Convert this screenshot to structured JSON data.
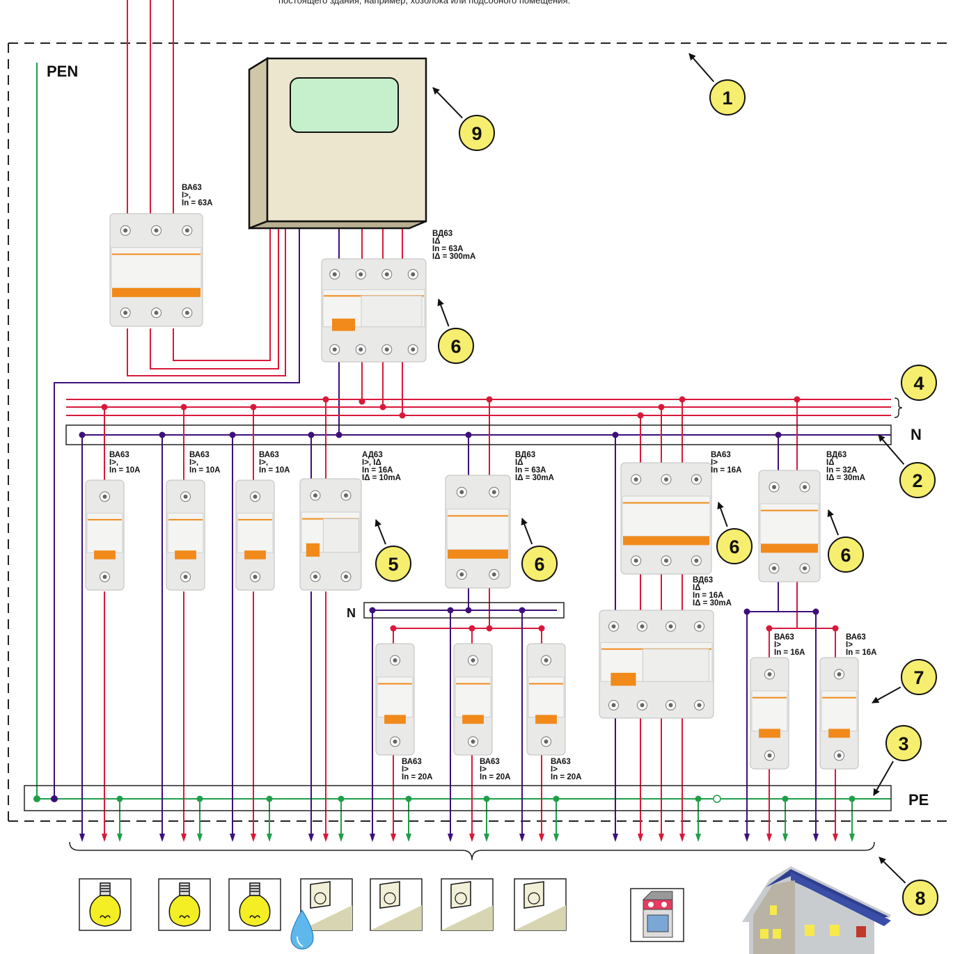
{
  "caption_fragment": "постоящего здания, например, хозблока или подсобного помещения.",
  "labels": {
    "pen": "PEN",
    "n_bus": "N",
    "n_bus_small": "N",
    "pe_bus": "PE"
  },
  "callout_numbers": [
    "1",
    "2",
    "3",
    "4",
    "5",
    "6",
    "7",
    "8",
    "9"
  ],
  "breakers": {
    "main": [
      "ВА63",
      "I>,",
      "In = 63A"
    ],
    "rcd_main": [
      "ВД63",
      "IΔ",
      "In = 63A",
      "IΔ = 300mA"
    ],
    "light1": [
      "ВА63",
      "I>,",
      "In = 10A"
    ],
    "light2": [
      "ВА63",
      "I>,",
      "In = 10A"
    ],
    "light3": [
      "ВА63",
      "I>,",
      "In = 10A"
    ],
    "ad63": [
      "АД63",
      "I>, IΔ",
      "In = 16A",
      "IΔ = 10mA"
    ],
    "rcd_sockets": [
      "ВД63",
      "IΔ",
      "In = 63A",
      "IΔ = 30mA"
    ],
    "sock1": [
      "ВА63",
      "I>",
      "In = 20A"
    ],
    "sock2": [
      "ВА63",
      "I>",
      "In = 20A"
    ],
    "sock3": [
      "ВА63",
      "I>",
      "In = 20A"
    ],
    "stove": [
      "ВА63",
      "I>",
      "In = 16A"
    ],
    "rcd_stove": [
      "ВД63",
      "IΔ",
      "In = 16A",
      "IΔ = 30mA"
    ],
    "rcd_house": [
      "ВД63",
      "IΔ",
      "In = 32A",
      "IΔ = 30mA"
    ],
    "house1": [
      "ВА63",
      "I>",
      "In = 16A"
    ],
    "house2": [
      "ВА63",
      "I>",
      "In = 16A"
    ]
  },
  "colors": {
    "phase": "#d8193a",
    "neutral": "#3d0f7a",
    "pe": "#1f9e48",
    "callout_fill": "#f6ee6e",
    "breaker_orange": "#f18a1a",
    "breaker_body": "#e9e9e7"
  },
  "loads": [
    "lamp-icon",
    "lamp-icon",
    "lamp-icon",
    "socket-icon",
    "socket-icon",
    "socket-icon",
    "socket-icon",
    "stove-icon",
    "house-icon"
  ]
}
